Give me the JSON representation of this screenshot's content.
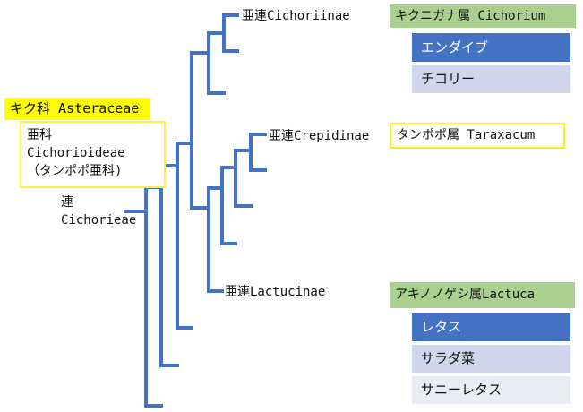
{
  "family": {
    "label": "キク科 Asteraceae"
  },
  "subfamily": {
    "line1": "亜科",
    "line2": "Cichorioideae",
    "line3": "（タンポポ亜科)"
  },
  "tribe": {
    "line1": "連",
    "line2": "Cichorieae"
  },
  "subtribes": {
    "cichoriinae": "亜連Cichoriinae",
    "crepidinae": "亜連Crepidinae",
    "lactucinae": "亜連Lactucinae"
  },
  "genera": {
    "cichorium": {
      "label": "キクニガナ属 Cichorium",
      "species": [
        "エンダイブ",
        "チコリー"
      ]
    },
    "taraxacum": {
      "label": "タンポポ属 Taraxacum"
    },
    "lactuca": {
      "label": "アキノノゲシ属Lactuca",
      "species": [
        "レタス",
        "サラダ菜",
        "サニーレタス"
      ]
    }
  },
  "colors": {
    "tree_line": "#4472c4",
    "family_box": "#ffff00",
    "genus_green": "#a9d08e",
    "species_dark": "#4472c4",
    "species_mid": "#cfd5ea",
    "species_light": "#e9ebf5"
  }
}
